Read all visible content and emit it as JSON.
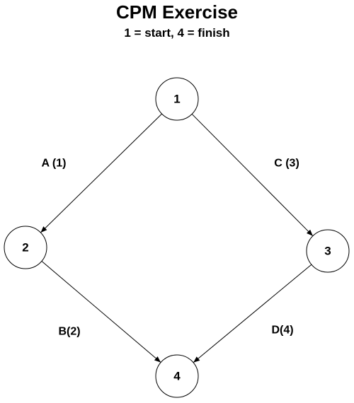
{
  "title": "CPM Exercise",
  "subtitle": "1 = start, 4 = finish",
  "nodes": [
    {
      "id": "1",
      "label": "1"
    },
    {
      "id": "2",
      "label": "2"
    },
    {
      "id": "3",
      "label": "3"
    },
    {
      "id": "4",
      "label": "4"
    }
  ],
  "edges": [
    {
      "from": "1",
      "to": "2",
      "activity": "A",
      "duration": 1,
      "label": "A (1)"
    },
    {
      "from": "2",
      "to": "4",
      "activity": "B",
      "duration": 2,
      "label": "B(2)"
    },
    {
      "from": "1",
      "to": "3",
      "activity": "C",
      "duration": 3,
      "label": "C (3)"
    },
    {
      "from": "3",
      "to": "4",
      "activity": "D",
      "duration": 4,
      "label": "D(4)"
    }
  ]
}
